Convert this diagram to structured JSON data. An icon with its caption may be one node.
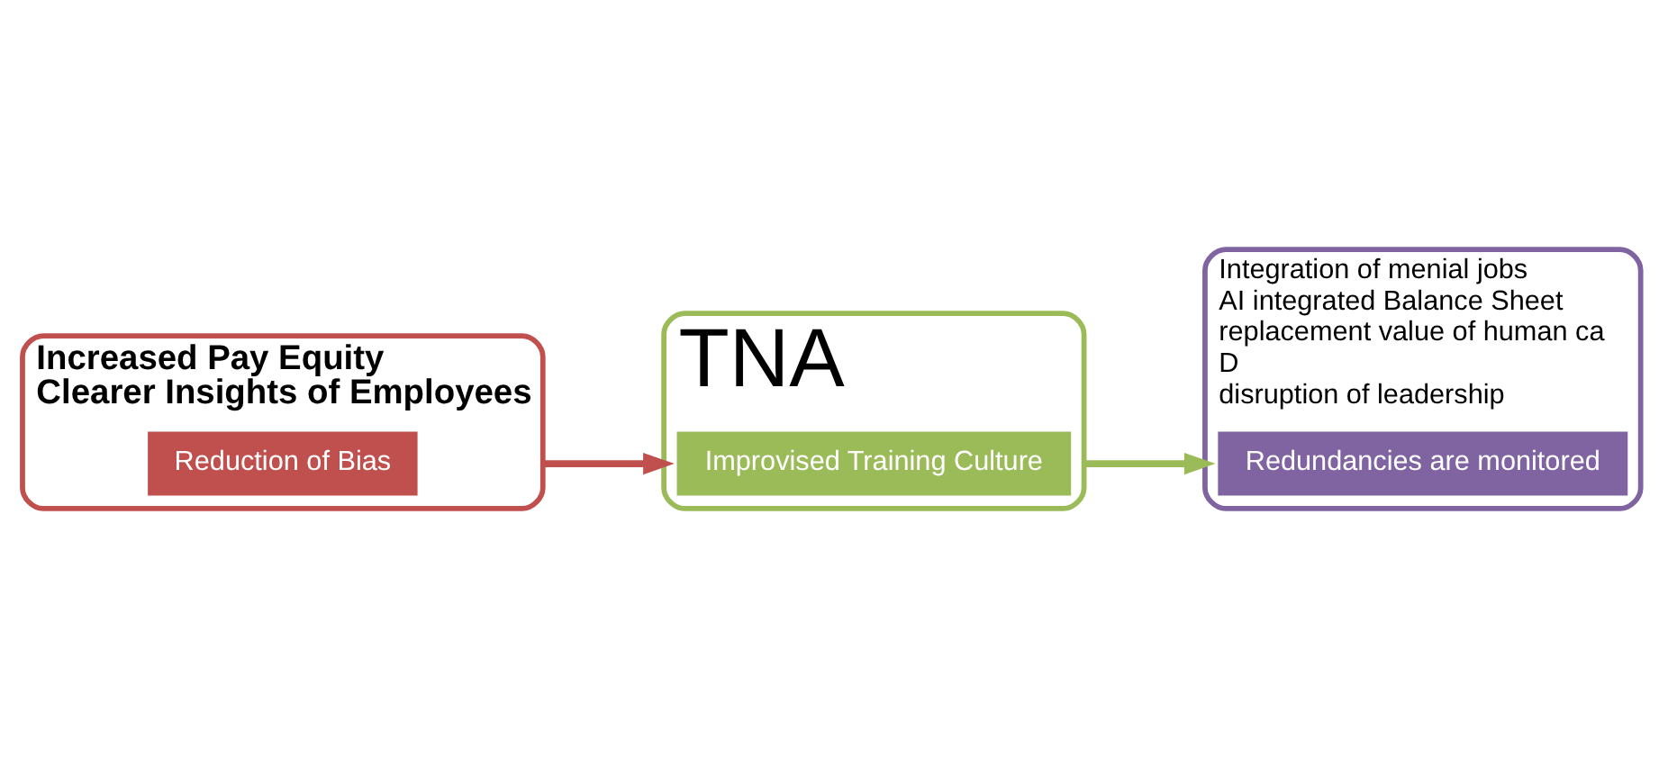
{
  "diagram": {
    "nodes": [
      {
        "text": [
          "Increased Pay Equity",
          "Clearer Insights of Employees"
        ]
      },
      {
        "text": [
          "Reduction of Bias"
        ],
        "in": 0
      },
      {
        "text": [
          "TNA"
        ]
      },
      {
        "text": [
          "Improvised Training Culture"
        ],
        "in": 2
      },
      {
        "text": [
          "Integration of menial jobs",
          "AI integrated Balance Sheet",
          "replacement value of human ca",
          "D",
          "disruption of leadership"
        ]
      },
      {
        "text": [
          "Redundancies are monitored"
        ],
        "in": 4
      }
    ],
    "edges": [
      {
        "from": 0,
        "to": 2,
        "arrow": "to",
        "color": "#c0504d"
      },
      {
        "from": 2,
        "to": 4,
        "arrow": "to",
        "color": "#9bbb59"
      }
    ]
  }
}
